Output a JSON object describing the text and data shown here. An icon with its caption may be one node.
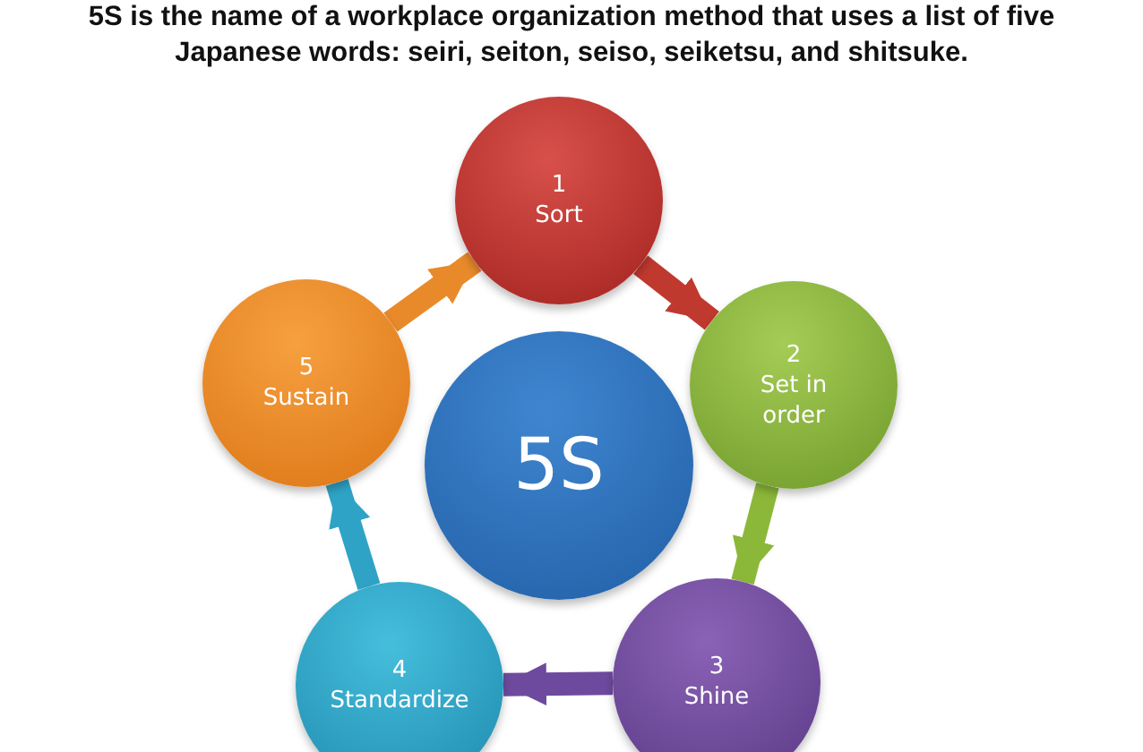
{
  "diagram": {
    "title": "5S is the name of a workplace organization method that uses a list of five Japanese words: seiri, seiton, seiso, seiketsu, and shitsuke.",
    "nodes": [
      {
        "text": [
          "1",
          "Sort"
        ]
      },
      {
        "text": [
          "2",
          "Set in order"
        ]
      },
      {
        "text": [
          "3",
          "Shine"
        ]
      },
      {
        "text": [
          "4",
          "Standardize"
        ]
      },
      {
        "text": [
          "5",
          "Sustain"
        ]
      },
      {
        "text": [
          "5S"
        ]
      }
    ],
    "edges": [
      {
        "from": 0,
        "to": 1,
        "arrow": "to",
        "color": "#c0392f"
      },
      {
        "from": 1,
        "to": 2,
        "arrow": "to",
        "color": "#8cb83a"
      },
      {
        "from": 2,
        "to": 3,
        "arrow": "to",
        "color": "#6e4a9e"
      },
      {
        "from": 3,
        "to": 4,
        "arrow": "to",
        "color": "#2fa3c6"
      },
      {
        "from": 4,
        "to": 0,
        "arrow": "to",
        "color": "#e98a2a"
      }
    ]
  }
}
